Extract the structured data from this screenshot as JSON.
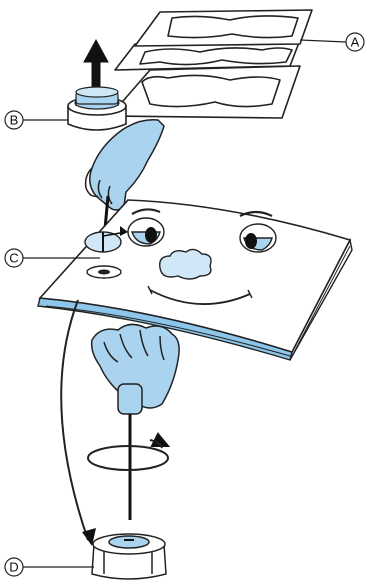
{
  "figure": {
    "callouts": [
      {
        "id": "A",
        "label": "A"
      },
      {
        "id": "B",
        "label": "B"
      },
      {
        "id": "C",
        "label": "C"
      },
      {
        "id": "D",
        "label": "D"
      }
    ]
  },
  "colors": {
    "line": "#222222",
    "glove_blue": "#a9d3ef",
    "light_blue": "#cfe7f7",
    "pad_edge": "#8cc6ea",
    "paper": "#ffffff"
  },
  "icons": [
    "arrow-up-icon",
    "rotate-arrow-icon",
    "hand-icon",
    "cartoon-face"
  ]
}
